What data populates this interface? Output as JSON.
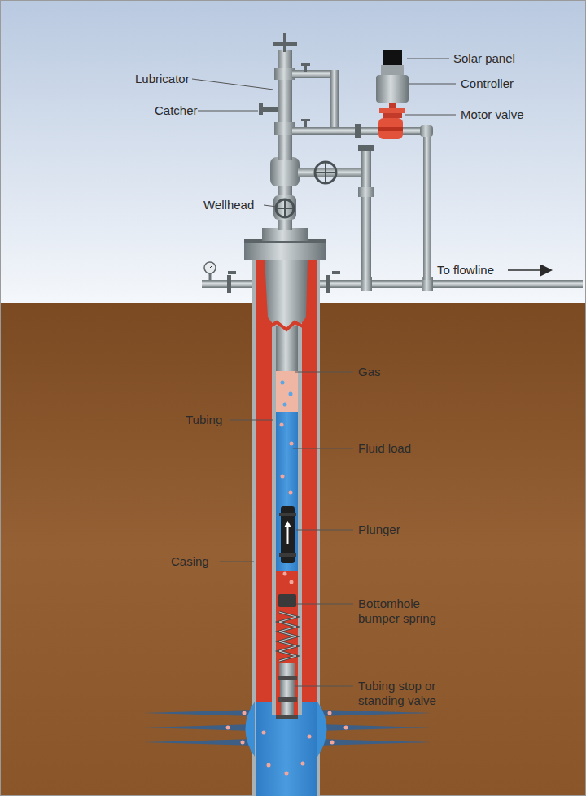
{
  "diagram": {
    "labels": [
      "Solar panel",
      "Lubricator",
      "Controller",
      "Catcher",
      "Motor valve",
      "Wellhead",
      "To flowline",
      "Gas",
      "Tubing",
      "Fluid load",
      "Plunger",
      "Casing",
      "Bottomhole bumper spring",
      "Tubing stop or standing valve"
    ]
  }
}
